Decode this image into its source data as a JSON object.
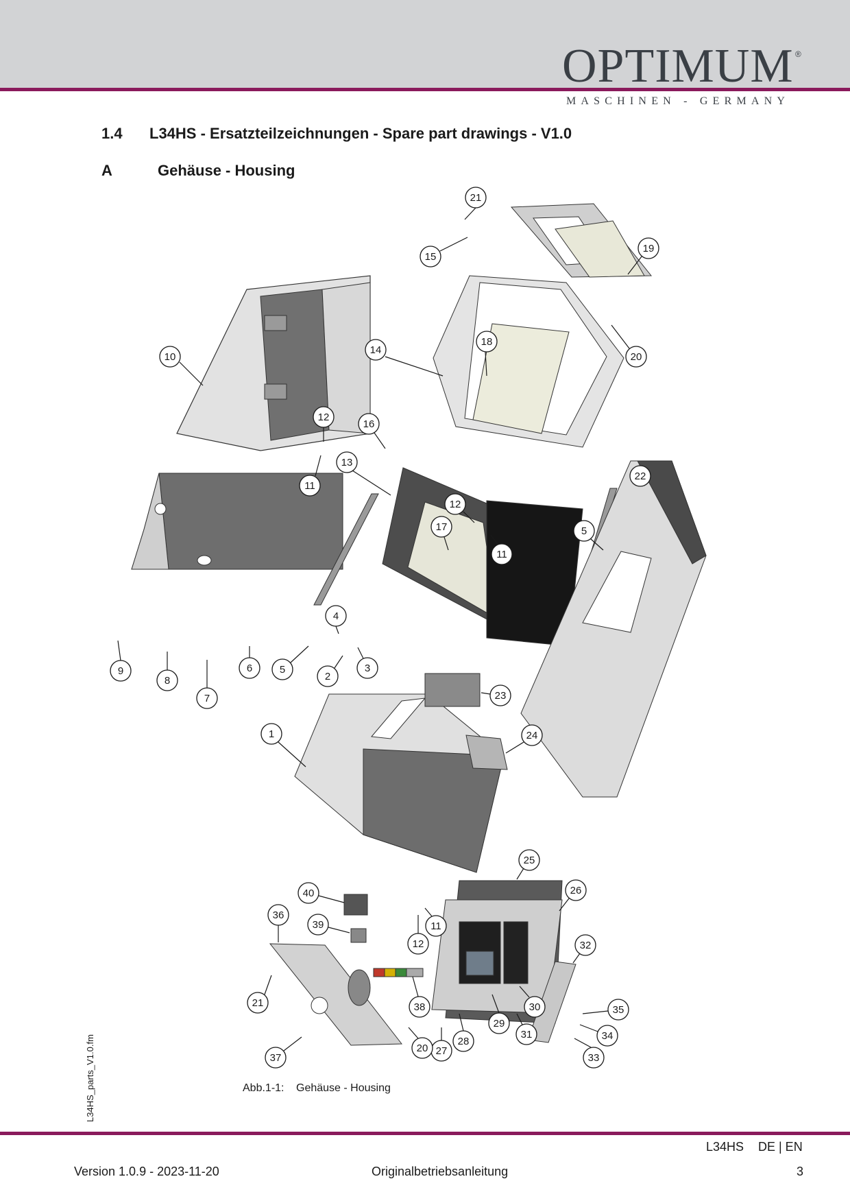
{
  "header": {
    "brand": "OPTIMUM",
    "registered": "®",
    "tagline": "MASCHINEN - GERMANY"
  },
  "section": {
    "number": "1.4",
    "title": "L34HS - Ersatzteilzeichnungen - Spare part drawings - V1.0"
  },
  "subsection": {
    "letter": "A",
    "title": "Gehäuse - Housing"
  },
  "figure": {
    "caption_label": "Abb.1-1:",
    "caption_text": "Gehäuse - Housing",
    "part_numbers": [
      "21",
      "15",
      "19",
      "20",
      "14",
      "18",
      "10",
      "12",
      "16",
      "13",
      "11",
      "22",
      "12",
      "17",
      "5",
      "11",
      "4",
      "9",
      "8",
      "7",
      "6",
      "5",
      "2",
      "3",
      "23",
      "1",
      "24",
      "25",
      "40",
      "26",
      "36",
      "39",
      "11",
      "12",
      "32",
      "21",
      "38",
      "30",
      "29",
      "35",
      "28",
      "27",
      "31",
      "20",
      "34",
      "37",
      "33"
    ]
  },
  "side_label": "L34HS_parts_V1.0.fm",
  "footer": {
    "model": "L34HS",
    "languages": "DE | EN",
    "version": "Version 1.0.9 - 2023-11-20",
    "document": "Originalbetriebsanleitung",
    "page": "3"
  },
  "colors": {
    "accent_rule": "#8a1a5c",
    "header_band": "#d2d3d5"
  }
}
